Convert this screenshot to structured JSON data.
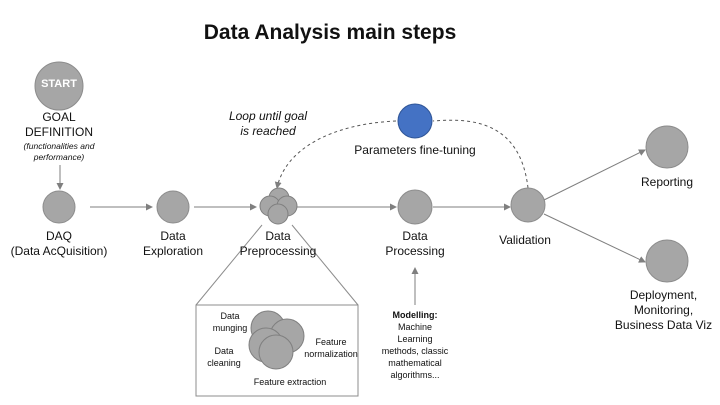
{
  "title": "Data Analysis main steps",
  "start_label": "START",
  "goal": {
    "line1": "GOAL",
    "line2": "DEFINITION",
    "sub1": "(functionalities and",
    "sub2": "performance)"
  },
  "loop_note": {
    "line1": "Loop until goal",
    "line2": "is reached"
  },
  "parameters_label": "Parameters fine-tuning",
  "steps": {
    "daq": {
      "line1": "DAQ",
      "line2": "(Data AcQuisition)"
    },
    "exploration": {
      "line1": "Data",
      "line2": "Exploration"
    },
    "preprocessing": {
      "line1": "Data",
      "line2": "Preprocessing"
    },
    "processing": {
      "line1": "Data",
      "line2": "Processing"
    },
    "validation": "Validation",
    "reporting": "Reporting",
    "deployment": {
      "line1": "Deployment,",
      "line2": "Monitoring,",
      "line3": "Business Data Viz"
    }
  },
  "detail": {
    "munging": {
      "line1": "Data",
      "line2": "munging"
    },
    "cleaning": {
      "line1": "Data",
      "line2": "cleaning"
    },
    "normalization": {
      "line1": "Feature",
      "line2": "normalization"
    },
    "extraction": "Feature extraction"
  },
  "modelling": {
    "heading": "Modelling:",
    "lines": [
      "Machine",
      "Learning",
      "methods, classic",
      "mathematical",
      "algorithms..."
    ]
  },
  "colors": {
    "node": "#a6a6a6",
    "node_stroke": "#8c8c8c",
    "accent_node": "#4472c4",
    "arrow": "#7f7f7f"
  }
}
